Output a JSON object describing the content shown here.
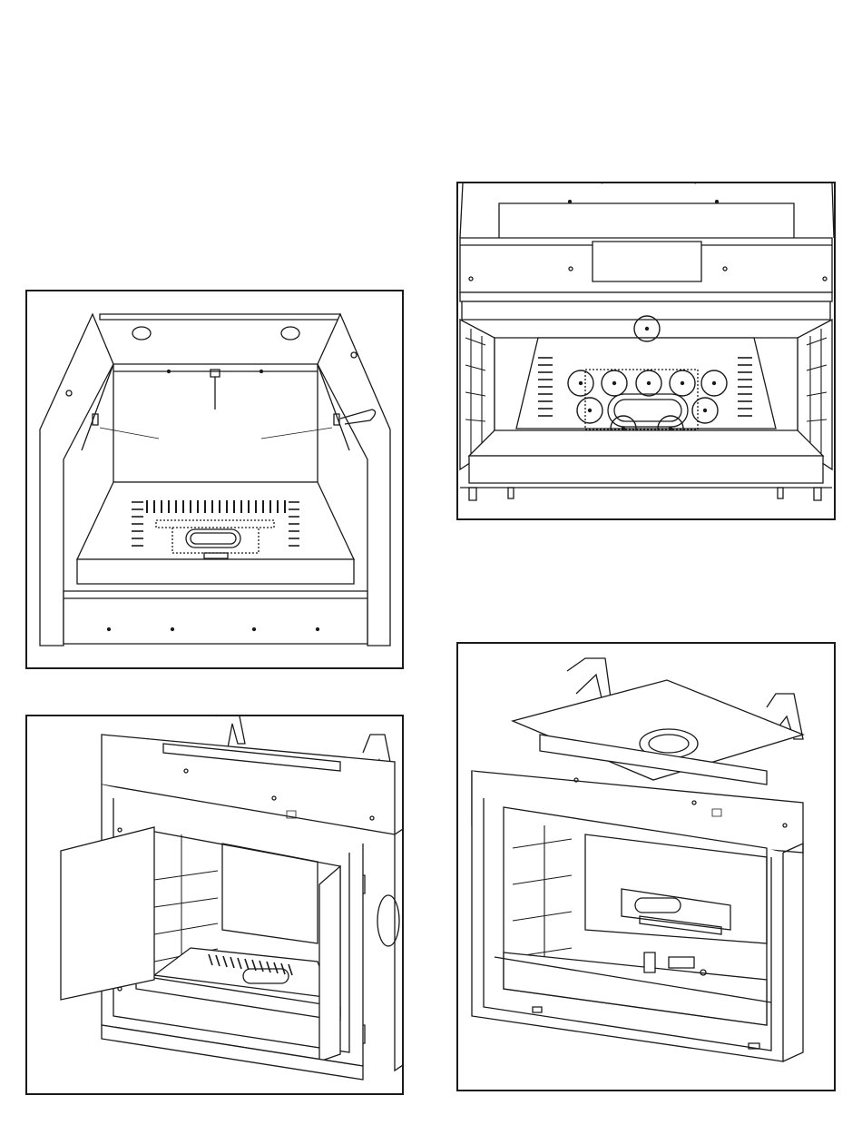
{
  "figures": [
    {
      "id": "fig-top-left",
      "subject": "firebox-front-view-refractory-removed"
    },
    {
      "id": "fig-top-right",
      "subject": "firebox-front-view-burner-screw-locations"
    },
    {
      "id": "fig-bottom-left",
      "subject": "firebox-perspective-refractory-panels-installing"
    },
    {
      "id": "fig-bottom-right",
      "subject": "firebox-perspective-burner-removed"
    }
  ],
  "colors": {
    "line": "#1a1a1a",
    "fill": "#ffffff",
    "shade": "#e6e6e6"
  }
}
